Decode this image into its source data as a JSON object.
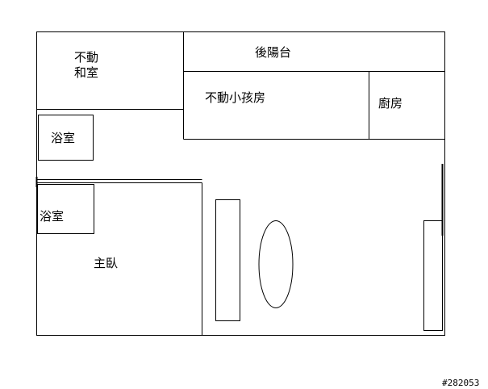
{
  "plan": {
    "rooms": {
      "fixed_tatami": {
        "line1": "不動",
        "line2": "和室"
      },
      "rear_balcony": "後陽台",
      "fixed_kids_room": "不動小孩房",
      "kitchen": "廚房",
      "bathroom_upper": "浴室",
      "bathroom_master": "浴室",
      "master_bedroom": "主臥"
    },
    "watermark": "#282053",
    "colors": {
      "line": "#000000",
      "background": "#ffffff"
    }
  }
}
